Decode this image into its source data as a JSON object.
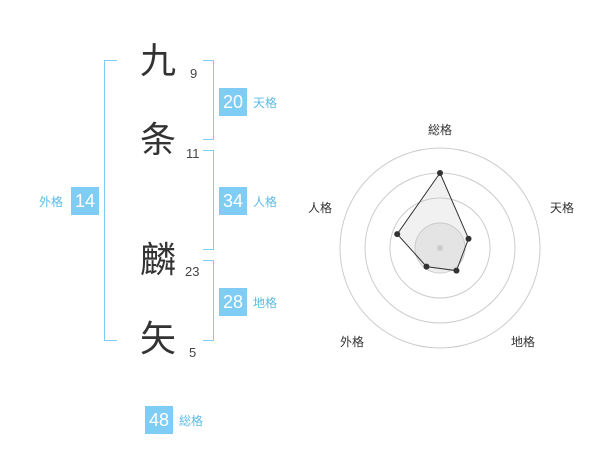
{
  "name_chars": [
    {
      "char": "九",
      "strokes": "9"
    },
    {
      "char": "条",
      "strokes": "11"
    },
    {
      "char": "麟",
      "strokes": "23"
    },
    {
      "char": "矢",
      "strokes": "5"
    }
  ],
  "kaku": {
    "tenkaku": {
      "value": "20",
      "label": "天格"
    },
    "jinkaku": {
      "value": "34",
      "label": "人格"
    },
    "chikaku": {
      "value": "28",
      "label": "地格"
    },
    "gaikaku": {
      "value": "14",
      "label": "外格"
    },
    "soukaku": {
      "value": "48",
      "label": "総格"
    }
  },
  "colors": {
    "accent": "#7fcdf5",
    "label": "#5bbbe6",
    "text": "#333333",
    "ring": "#cccccc"
  },
  "chart_data": {
    "type": "radar",
    "axes": [
      "総格",
      "天格",
      "地格",
      "外格",
      "人格"
    ],
    "values": [
      0.75,
      0.3,
      0.28,
      0.23,
      0.45
    ],
    "rings": 4,
    "grid": true
  }
}
